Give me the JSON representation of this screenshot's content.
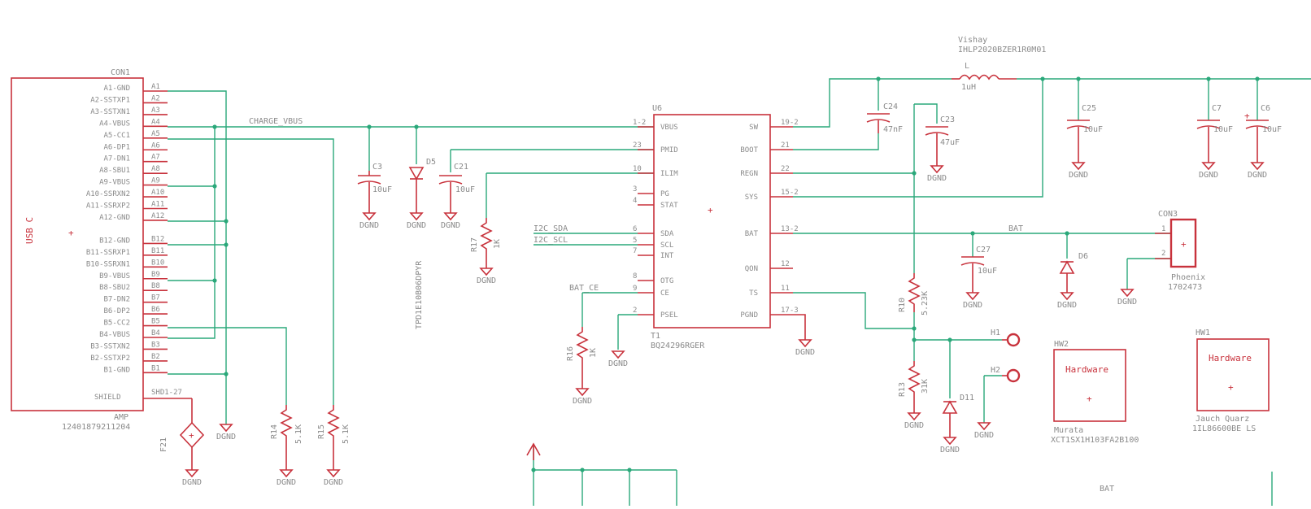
{
  "colors": {
    "component": "#c8323c",
    "wire": "#2aa87a",
    "text": "#8a8a8a",
    "background": "#ffffff"
  },
  "usb_connector": {
    "ref": "CON1",
    "value": "USB C",
    "mfr": "AMP",
    "part": "12401879211204",
    "pins": [
      {
        "name": "A1-GND",
        "num": "A1"
      },
      {
        "name": "A2-SSTXP1",
        "num": "A2"
      },
      {
        "name": "A3-SSTXN1",
        "num": "A3"
      },
      {
        "name": "A4-VBUS",
        "num": "A4"
      },
      {
        "name": "A5-CC1",
        "num": "A5"
      },
      {
        "name": "A6-DP1",
        "num": "A6"
      },
      {
        "name": "A7-DN1",
        "num": "A7"
      },
      {
        "name": "A8-SBU1",
        "num": "A8"
      },
      {
        "name": "A9-VBUS",
        "num": "A9"
      },
      {
        "name": "A10-SSRXN2",
        "num": "A10"
      },
      {
        "name": "A11-SSRXP2",
        "num": "A11"
      },
      {
        "name": "A12-GND",
        "num": "A12"
      },
      {
        "name": "B12-GND",
        "num": "B12"
      },
      {
        "name": "B11-SSRXP1",
        "num": "B11"
      },
      {
        "name": "B10-SSRXN1",
        "num": "B10"
      },
      {
        "name": "B9-VBUS",
        "num": "B9"
      },
      {
        "name": "B8-SBU2",
        "num": "B8"
      },
      {
        "name": "B7-DN2",
        "num": "B7"
      },
      {
        "name": "B6-DP2",
        "num": "B6"
      },
      {
        "name": "B5-CC2",
        "num": "B5"
      },
      {
        "name": "B4-VBUS",
        "num": "B4"
      },
      {
        "name": "B3-SSTXN2",
        "num": "B3"
      },
      {
        "name": "B2-SSTXP2",
        "num": "B2"
      },
      {
        "name": "B1-GND",
        "num": "B1"
      }
    ],
    "shield_label": "SHIELD",
    "shield_pins": "SHD1-27"
  },
  "nets": {
    "charge_vbus": "CHARGE_VBUS",
    "i2c_sda": "I2C_SDA",
    "i2c_scl": "I2C_SCL",
    "bat_ce": "BAT_CE",
    "bat": "BAT",
    "bat_bottom": "BAT"
  },
  "ground_label": "DGND",
  "ic": {
    "ref": "U6",
    "name": "BQ24296RGER",
    "ref_alt": "T1",
    "left_pins": [
      {
        "name": "VBUS",
        "num": "1-2"
      },
      {
        "name": "PMID",
        "num": "23"
      },
      {
        "name": "ILIM",
        "num": "10"
      },
      {
        "name": "PG",
        "num": "3"
      },
      {
        "name": "STAT",
        "num": "4"
      },
      {
        "name": "SDA",
        "num": "6"
      },
      {
        "name": "SCL",
        "num": "5"
      },
      {
        "name": "INT",
        "num": "7"
      },
      {
        "name": "OTG",
        "num": "8"
      },
      {
        "name": "CE",
        "num": "9"
      },
      {
        "name": "PSEL",
        "num": "2"
      }
    ],
    "right_pins": [
      {
        "name": "SW",
        "num": "19-2"
      },
      {
        "name": "BOOT",
        "num": "21"
      },
      {
        "name": "REGN",
        "num": "22"
      },
      {
        "name": "SYS",
        "num": "15-2"
      },
      {
        "name": "BAT",
        "num": "13-2"
      },
      {
        "name": "QON",
        "num": "12"
      },
      {
        "name": "TS",
        "num": "11"
      },
      {
        "name": "PGND",
        "num": "17-3"
      }
    ]
  },
  "components": {
    "c3": {
      "ref": "C3",
      "value": "10uF"
    },
    "d5": {
      "ref": "D5",
      "part": "TPD1E10B06DPYR"
    },
    "c21": {
      "ref": "C21",
      "value": "10uF"
    },
    "r_ilim": {
      "ref": "R17",
      "value": "1K"
    },
    "r_ce": {
      "ref": "R16",
      "value": "1K"
    },
    "c24": {
      "ref": "C24",
      "value": "47nF"
    },
    "c23": {
      "ref": "C23",
      "value": "47uF"
    },
    "inductor": {
      "ref": "L",
      "value": "1uH",
      "mfr": "Vishay",
      "part": "IHLP2020BZER1R0M01"
    },
    "c25": {
      "ref": "C25",
      "value": "10uF"
    },
    "c7": {
      "ref": "C7",
      "value": "10uF"
    },
    "c6": {
      "ref": "C6",
      "value": "10uF"
    },
    "c27": {
      "ref": "C27",
      "value": "10uF"
    },
    "d6": {
      "ref": "D6"
    },
    "con3": {
      "ref": "CON3",
      "mfr": "Phoenix",
      "part": "1702473"
    },
    "r10": {
      "ref": "R10",
      "value": "5.23K"
    },
    "r13": {
      "ref": "R13",
      "value": "31K"
    },
    "d11": {
      "ref": "D11"
    },
    "h1": {
      "ref": "H1"
    },
    "h2": {
      "ref": "H2"
    },
    "hw2": {
      "ref": "HW2",
      "label": "Hardware",
      "mfr": "Murata",
      "part": "XCT1SX1H103FA2B100"
    },
    "hw1": {
      "ref": "HW1",
      "label": "Hardware",
      "mfr": "Jauch Quarz",
      "part": "1IL86600BE LS"
    },
    "f21": {
      "ref": "F21"
    },
    "r14": {
      "ref": "R14",
      "value": "5.1K"
    },
    "r15": {
      "ref": "R15",
      "value": "5.1K"
    }
  }
}
